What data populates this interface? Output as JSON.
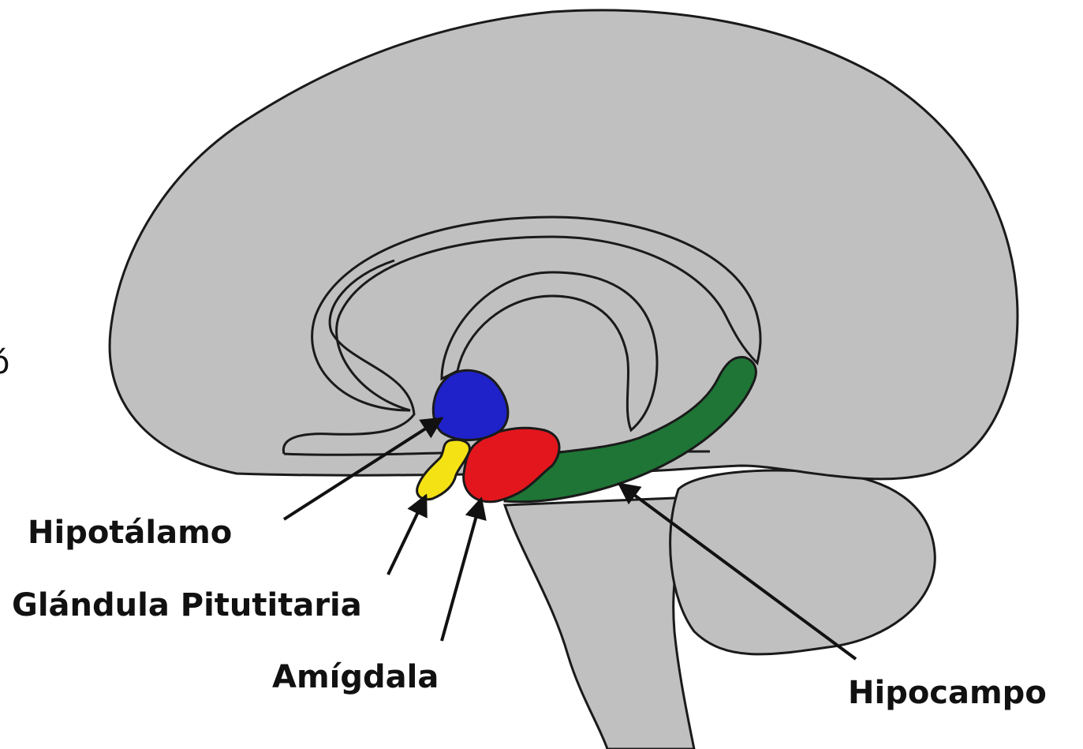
{
  "labels": {
    "hypothalamus": "Hipotálamo",
    "pituitary": "Glándula Pitutitaria",
    "amygdala": "Amígdala",
    "hippocampus": "Hipocampo"
  },
  "edge_glyph": "ó",
  "colors": {
    "brain_fill": "#c0c0c0",
    "outline": "#1a1a1a",
    "hypothalamus": "#1f22c8",
    "pituitary": "#f5e214",
    "amygdala": "#e4161d",
    "hippocampus": "#1e7535",
    "arrow": "#111111",
    "background": "#ffffff"
  }
}
